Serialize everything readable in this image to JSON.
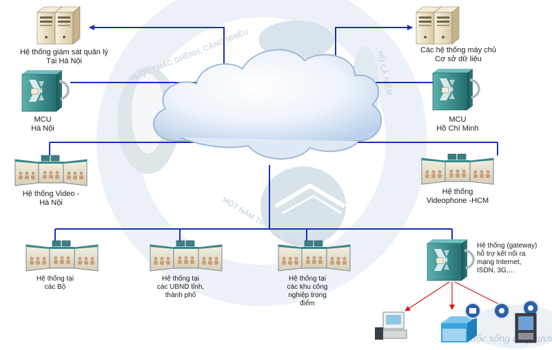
{
  "colors": {
    "link_line": "#1a2fb0",
    "gateway_link": "#d01818",
    "cloud_fill": "#eaf2fb",
    "cloud_shadow": "#9db8d8",
    "server_beige": "#e9dcc0",
    "mcu_teal": "#2f8a8a",
    "screen_frame": "#c6ccd0"
  },
  "watermark": {
    "text_top": "VƯỢT THÁC GHỀNH, CĂNG NHIỀU",
    "text_right": "HỒ CẢ NIỀM",
    "text_bottom": "MỘT NĂM TRƯỚC, TIẾN BƯỚC",
    "text_corner": "Cuộc sống đa phương tiện"
  },
  "nodes": {
    "servers_hanoi": {
      "icon": "server-icon",
      "lines": [
        "Hệ thống giám sát quản lý",
        "Tại Hà Nội"
      ]
    },
    "servers_hcm": {
      "icon": "server-icon",
      "lines": [
        "Các hệ thống máy chủ",
        "Cơ sở dữ liệu"
      ]
    },
    "mcu_hanoi": {
      "icon": "mcu-icon",
      "lines": [
        "MCU",
        "Hà Nội"
      ]
    },
    "mcu_hcm": {
      "icon": "mcu-icon",
      "lines": [
        "MCU",
        "Hồ Chí Minh"
      ]
    },
    "video_hanoi": {
      "icon": "video-wall-icon",
      "lines": [
        "Hệ thống Video -",
        "Hà Nội"
      ]
    },
    "videophone_hcm": {
      "icon": "video-wall-icon",
      "lines": [
        "Hệ thống",
        "Videophone -HCM"
      ]
    },
    "ministries": {
      "icon": "video-wall-icon",
      "lines": [
        "Hệ thống tại",
        "các Bộ"
      ]
    },
    "provinces": {
      "icon": "video-wall-icon",
      "lines": [
        "Hệ thống tại",
        "các UBND tỉnh,",
        "thành phố"
      ]
    },
    "industrial": {
      "icon": "video-wall-icon",
      "lines": [
        "Hệ thống tại",
        "các khu công",
        "nghiệp trọng",
        "điểm"
      ]
    },
    "gateway": {
      "icon": "mcu-icon",
      "lines": [
        "Hệ thống (gateway)",
        "hỗ trợ kết nối ra",
        "mạng Internet,",
        "ISDN, 3G,…"
      ]
    }
  },
  "endpoints": [
    "pc-terminal-icon",
    "isdn-box-icon",
    "mobile-kiosk-icon"
  ]
}
